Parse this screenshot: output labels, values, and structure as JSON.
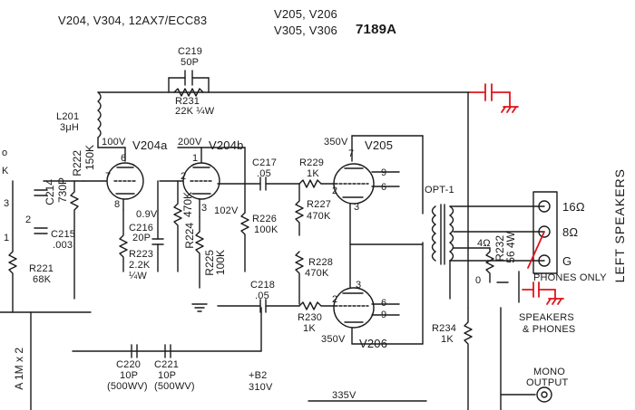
{
  "header": {
    "tube_left": "V204, V304, 12AX7/ECC83",
    "tube_right_line1": "V205,  V206",
    "tube_right_line2_prefix": "V305,  V306",
    "tube_right_line2_type": "7189A"
  },
  "components": {
    "c219": {
      "ref": "C219",
      "value": "50P"
    },
    "r231": {
      "ref": "R231",
      "value": "22K ¼W"
    },
    "l201": {
      "ref": "L201",
      "value": "3μH"
    },
    "v204a": {
      "ref": "V204a",
      "voltage": "100V"
    },
    "v204b": {
      "ref": "V204b",
      "voltage": "200V"
    },
    "v205": {
      "ref": "V205",
      "voltage": "350V"
    },
    "v206": {
      "ref": "V206",
      "voltage": "350V"
    },
    "c214": {
      "ref": "C214",
      "value": "730P"
    },
    "r222": {
      "ref": "R222",
      "value": "150K"
    },
    "c215": {
      "ref": "C215",
      "value": ".003"
    },
    "r221": {
      "ref": "R221",
      "value": "68K"
    },
    "c216": {
      "ref": "C216",
      "value": "20P"
    },
    "r223": {
      "ref": "R223",
      "value": "2.2K",
      "power": "¼W"
    },
    "r224": {
      "ref": "R224",
      "value": "470K"
    },
    "r225": {
      "ref": "R225",
      "value": "100K"
    },
    "c217": {
      "ref": "C217",
      "value": ".05"
    },
    "r229": {
      "ref": "R229",
      "value": "1K"
    },
    "r227": {
      "ref": "R227",
      "value": "470K"
    },
    "r226": {
      "ref": "R226",
      "value": "100K"
    },
    "r228": {
      "ref": "R228",
      "value": "470K"
    },
    "c218": {
      "ref": "C218",
      "value": ".05"
    },
    "r230": {
      "ref": "R230",
      "value": "1K"
    },
    "r234": {
      "ref": "R234",
      "value": "1K"
    },
    "r232": {
      "ref": "R232",
      "value": "56 4W"
    },
    "c220": {
      "ref": "C220",
      "value": "10P",
      "rating": "(500WV)"
    },
    "c221": {
      "ref": "C221",
      "value": "10P",
      "rating": "(500WV)"
    },
    "opt1": {
      "ref": "OPT-1"
    }
  },
  "voltages": {
    "cathode_a": "0.9V",
    "cathode_b": "102V",
    "b2_ref": "+B2",
    "b2_value": "310V",
    "rail_335": "335V"
  },
  "pins": {
    "v204a_plate": "6",
    "v204a_grid": "7",
    "v204a_cathode": "8",
    "v204b_plate": "1",
    "v204b_grid": "2",
    "v204b_cathode": "3",
    "v205_top": "7",
    "v205_grid": "2",
    "v205_cathode": "3",
    "v205_p9": "9",
    "v205_p6": "6",
    "v206_top": "3",
    "v206_grid": "2",
    "v206_p6": "6",
    "v206_p9": "9",
    "sw_3": "3",
    "sw_2": "2",
    "sw_1": "1"
  },
  "left_edge": {
    "tag_o": "o",
    "tag_k": "K",
    "vertical_label": "A 1M x 2"
  },
  "output": {
    "terminal_16": "16Ω",
    "terminal_8": "8Ω",
    "terminal_g": "G",
    "tap_4": "4Ω",
    "tap_0": "0",
    "phones_only": "PHONES  ONLY",
    "speakers_phones_1": "SPEAKERS",
    "speakers_phones_2": "& PHONES",
    "left_speakers": "LEFT SPEAKERS",
    "mono_output_1": "MONO",
    "mono_output_2": "OUTPUT"
  },
  "colors": {
    "ink": "#1a1a1a",
    "annotation": "#e0141b",
    "paper": "#ffffff"
  }
}
